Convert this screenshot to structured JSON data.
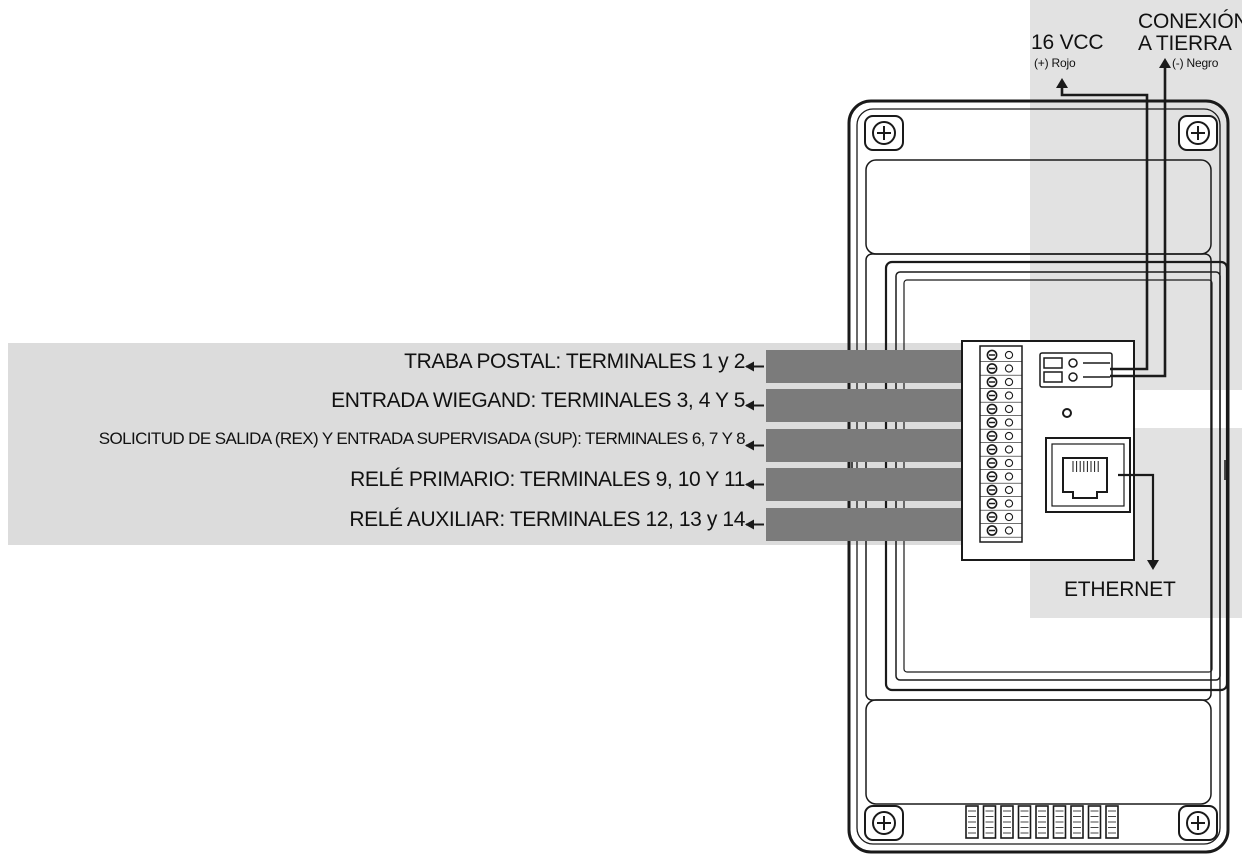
{
  "diagram": {
    "terminal_labels": [
      "TRABA POSTAL: TERMINALES 1 y 2",
      "ENTRADA WIEGAND: TERMINALES 3, 4 Y 5",
      "SOLICITUD DE SALIDA (REX) Y ENTRADA SUPERVISADA (SUP): TERMINALES 6, 7 Y 8",
      "RELÉ PRIMARIO: TERMINALES 9, 10 Y 11",
      "RELÉ AUXILIAR: TERMINALES 12, 13 y 14"
    ],
    "power": {
      "label": "16 VCC",
      "sub": "(+) Rojo"
    },
    "ground": {
      "label_line1": "CONEXIÓN",
      "label_line2": "A TIERRA",
      "sub": "(-) Negro"
    },
    "ethernet": {
      "label": "ETHERNET"
    },
    "colors": {
      "band": "#dcdcdc",
      "wire_band": "#7b7b7b",
      "line": "#1a1a1a",
      "shade": "#e2e2e2"
    }
  }
}
